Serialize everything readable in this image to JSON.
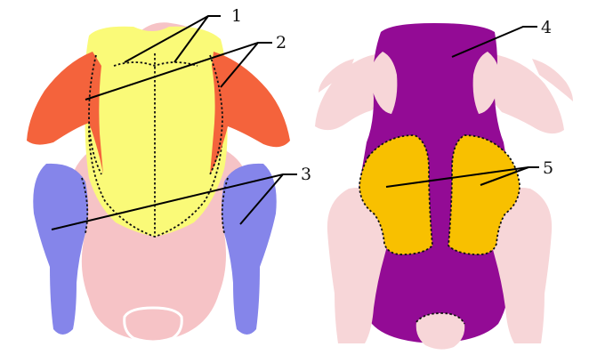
{
  "labels": {
    "l1": "1",
    "l2": "2",
    "l3": "3",
    "l4": "4",
    "l5": "5"
  },
  "colors": {
    "pink_body": "#f6c3c6",
    "yellow_breast": "#fafa78",
    "orange_wing": "#f4633c",
    "blue_leg": "#8585ea",
    "purple_back": "#930b95",
    "gold_thigh": "#f8c000",
    "pale_pink": "#f7d6d8",
    "outline": "#111111"
  }
}
